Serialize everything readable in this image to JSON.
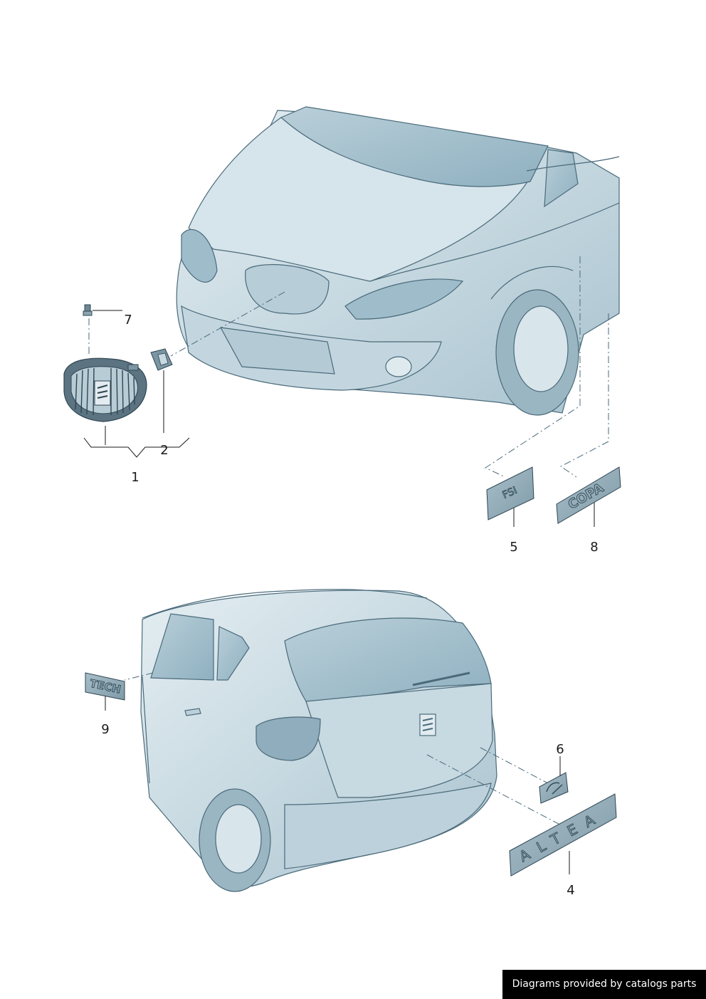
{
  "callouts": [
    {
      "id": "1",
      "label": "1"
    },
    {
      "id": "2",
      "label": "2"
    },
    {
      "id": "4",
      "label": "4"
    },
    {
      "id": "5",
      "label": "5"
    },
    {
      "id": "6",
      "label": "6"
    },
    {
      "id": "7",
      "label": "7"
    },
    {
      "id": "8",
      "label": "8"
    },
    {
      "id": "9",
      "label": "9"
    }
  ],
  "badges": {
    "fsi": "FSI",
    "copa": "COPA",
    "altea": "ALTEA",
    "tech": "TECH"
  },
  "footer": {
    "credit": "Diagrams provided by catalogs parts"
  },
  "colors": {
    "car_body": "#c9dbe3",
    "car_shade": "#9fbccb",
    "line": "#4a6a7a",
    "badge": "#8aa4b0"
  }
}
